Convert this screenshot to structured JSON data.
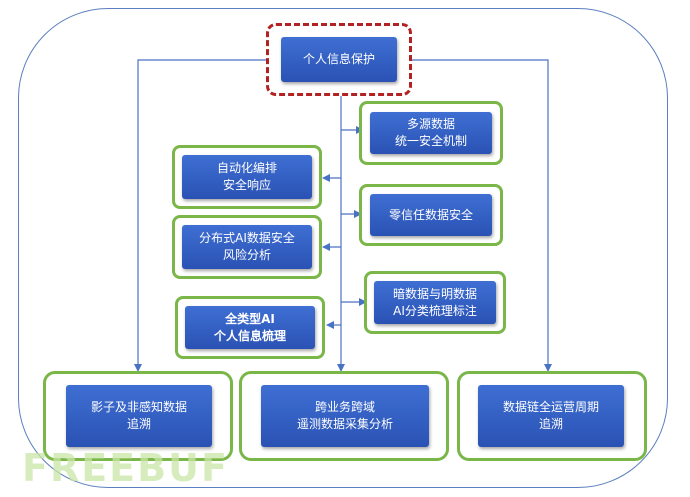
{
  "diagram": {
    "root": "个人信息保护",
    "right_nodes": [
      [
        "多源数据",
        "统一安全机制"
      ],
      [
        "零信任数据安全"
      ],
      [
        "暗数据与明数据",
        "AI分类梳理标注"
      ]
    ],
    "left_nodes": [
      [
        "自动化编排",
        "安全响应"
      ],
      [
        "分布式AI数据安全",
        "风险分析"
      ],
      [
        "全类型AI",
        "个人信息梳理"
      ]
    ],
    "bottom_nodes": [
      [
        "影子及非感知数据",
        "追溯"
      ],
      [
        "跨业务跨域",
        "遥测数据采集分析"
      ],
      [
        "数据链全运营周期",
        "追溯"
      ]
    ],
    "colors": {
      "box_fill": "#2f5cc4",
      "green_frame": "#7ab648",
      "root_frame": "#b22222",
      "connector": "#4a72c4"
    }
  },
  "watermark": "FREEBUF"
}
